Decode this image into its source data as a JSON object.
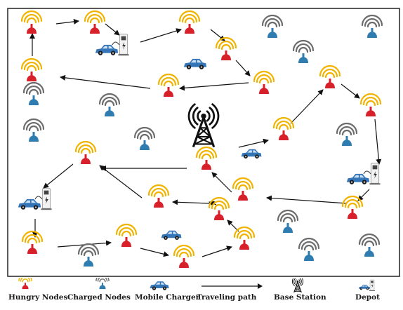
{
  "colors": {
    "hungry_wave": "#f0b400",
    "hungry_base": "#d8202a",
    "charged_wave": "#6c6c6c",
    "charged_base": "#2f7db0",
    "charger_body": "#3475b8",
    "arrow": "#111111",
    "tower": "#111111",
    "frame": "#222222"
  },
  "icons": {
    "hungry_node": "hungry-node-icon",
    "charged_node": "charged-node-icon",
    "mobile_charger": "car-icon",
    "charging_station": "charging-station-icon",
    "base_station": "radio-tower-icon"
  },
  "legend": {
    "hungry": "Hungry Nodes",
    "charged": "Charged Nodes",
    "mobile": "Mobile Charger",
    "path": "Traveling path",
    "base": "Base Station",
    "depot": "Depot"
  }
}
